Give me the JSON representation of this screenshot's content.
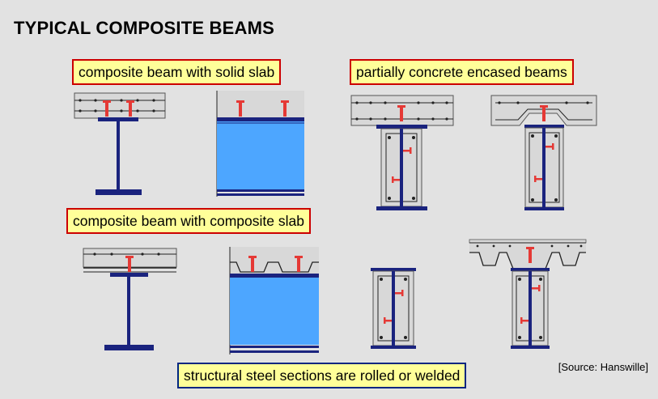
{
  "title": "TYPICAL COMPOSITE BEAMS",
  "labels": {
    "solid_slab": "composite beam with solid slab",
    "encased": "partially concrete encased beams",
    "composite_slab": "composite beam with composite slab",
    "rolled_welded": "structural steel sections are rolled or welded"
  },
  "source": "[Source: Hanswille]",
  "colors": {
    "background": "#e2e2e2",
    "label_fill": "#ffff99",
    "label_border_red": "#cc0000",
    "label_border_blue": "#002680",
    "steel": "#1a237e",
    "stud": "#e53935",
    "concrete": "#d8d8d8",
    "web_fill": "#4da6ff"
  }
}
